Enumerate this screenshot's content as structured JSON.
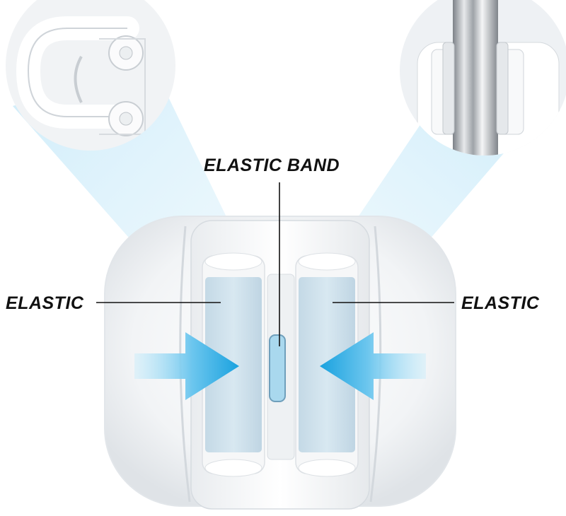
{
  "labels": {
    "elastic_band": "ELASTIC BAND",
    "elastic_left": "ELASTIC",
    "elastic_right": "ELASTIC"
  },
  "colors": {
    "background": "#ffffff",
    "holder_white": "#f4f6f8",
    "holder_shadow": "#d9dde2",
    "highlight_blue": "#bfe6f8",
    "arrow_blue": "#22a6e0",
    "arrow_blue_light": "#9ed9f3",
    "elastic_strip": "#cfe0ea",
    "chrome_pole": "#b9bcc0",
    "line_color": "#111111"
  },
  "icons": {
    "left_arrow": "arrow-right-icon",
    "right_arrow": "arrow-left-icon"
  }
}
